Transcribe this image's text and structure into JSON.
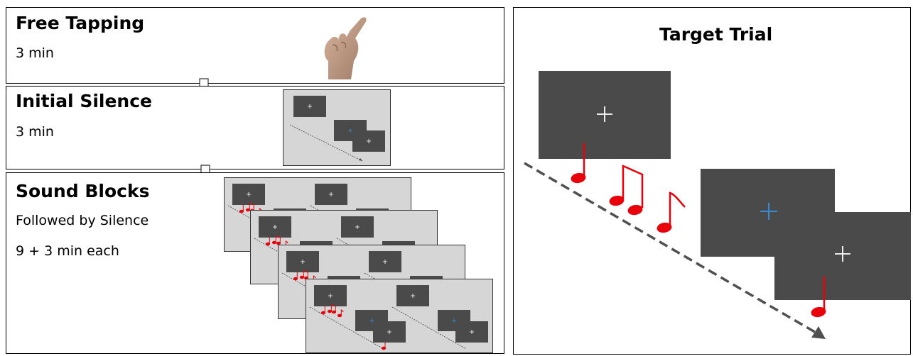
{
  "steps": [
    {
      "title": "Free Tapping",
      "lines": [
        "3 min"
      ]
    },
    {
      "title": "Initial Silence",
      "lines": [
        "3 min"
      ]
    },
    {
      "title": "Sound Blocks",
      "lines": [
        "Followed by Silence",
        "9 + 3 min each"
      ]
    }
  ],
  "target": {
    "title": "Target Trial"
  },
  "colors": {
    "screen": "#4a4a4a",
    "thumb_bg": "#d6d6d6",
    "note": "#e8000a",
    "blue_cross": "#3a8ad8",
    "arrow": "#505050"
  },
  "icons": [
    "hand-icon",
    "down-arrow-icon",
    "music-note-icon",
    "fixation-cross-icon"
  ]
}
